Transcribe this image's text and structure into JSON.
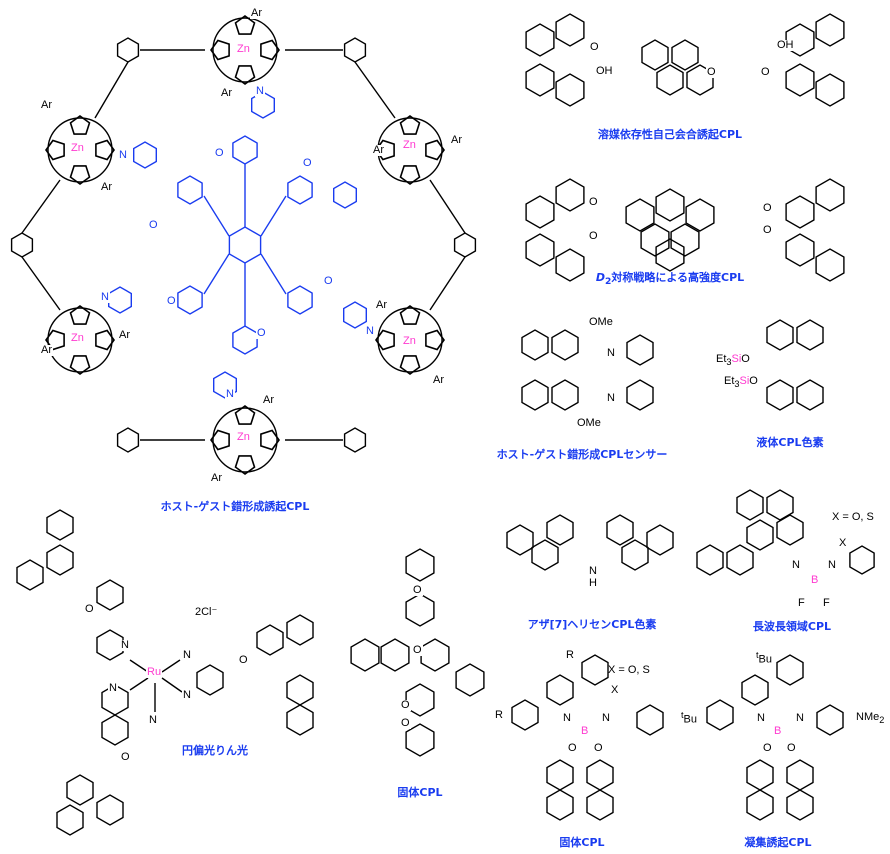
{
  "captions": {
    "solvent_cpl": "溶媒依存性自己会合誘起CPL",
    "d2_prefix": "D",
    "d2_sub": "2",
    "d2_cpl": "対称戦略による高強度CPL",
    "sensor": "ホスト-ゲスト錯形成CPLセンサー",
    "liquid": "液体CPL色素",
    "host_guest": "ホスト-ゲスト錯形成誘起CPL",
    "aza_helicene": "アザ[7]ヘリセンCPL色素",
    "long_wave": "長波長領域CPL",
    "phosphorescence": "円偏光りん光",
    "solid_1": "固体CPL",
    "solid_2": "固体CPL",
    "aggregation": "凝集誘起CPL"
  },
  "atoms": {
    "ar": "Ar",
    "zn": "Zn",
    "n": "N",
    "o": "O",
    "oh": "OH",
    "ome": "OMe",
    "et3": "Et",
    "sub3": "3",
    "si": "Si",
    "ru": "Ru",
    "b": "B",
    "f": "F",
    "h": "H",
    "x": "X",
    "r": "R",
    "tbu": "Bu",
    "t": "t",
    "nme2": "NMe",
    "sub2": "2"
  },
  "notes": {
    "x_eq": "X = O, S",
    "chloride": "2Cl⁻"
  },
  "colors": {
    "caption": "#1a3cf0",
    "metal": "#ff3ad0",
    "guest": "#1a3cf0"
  }
}
